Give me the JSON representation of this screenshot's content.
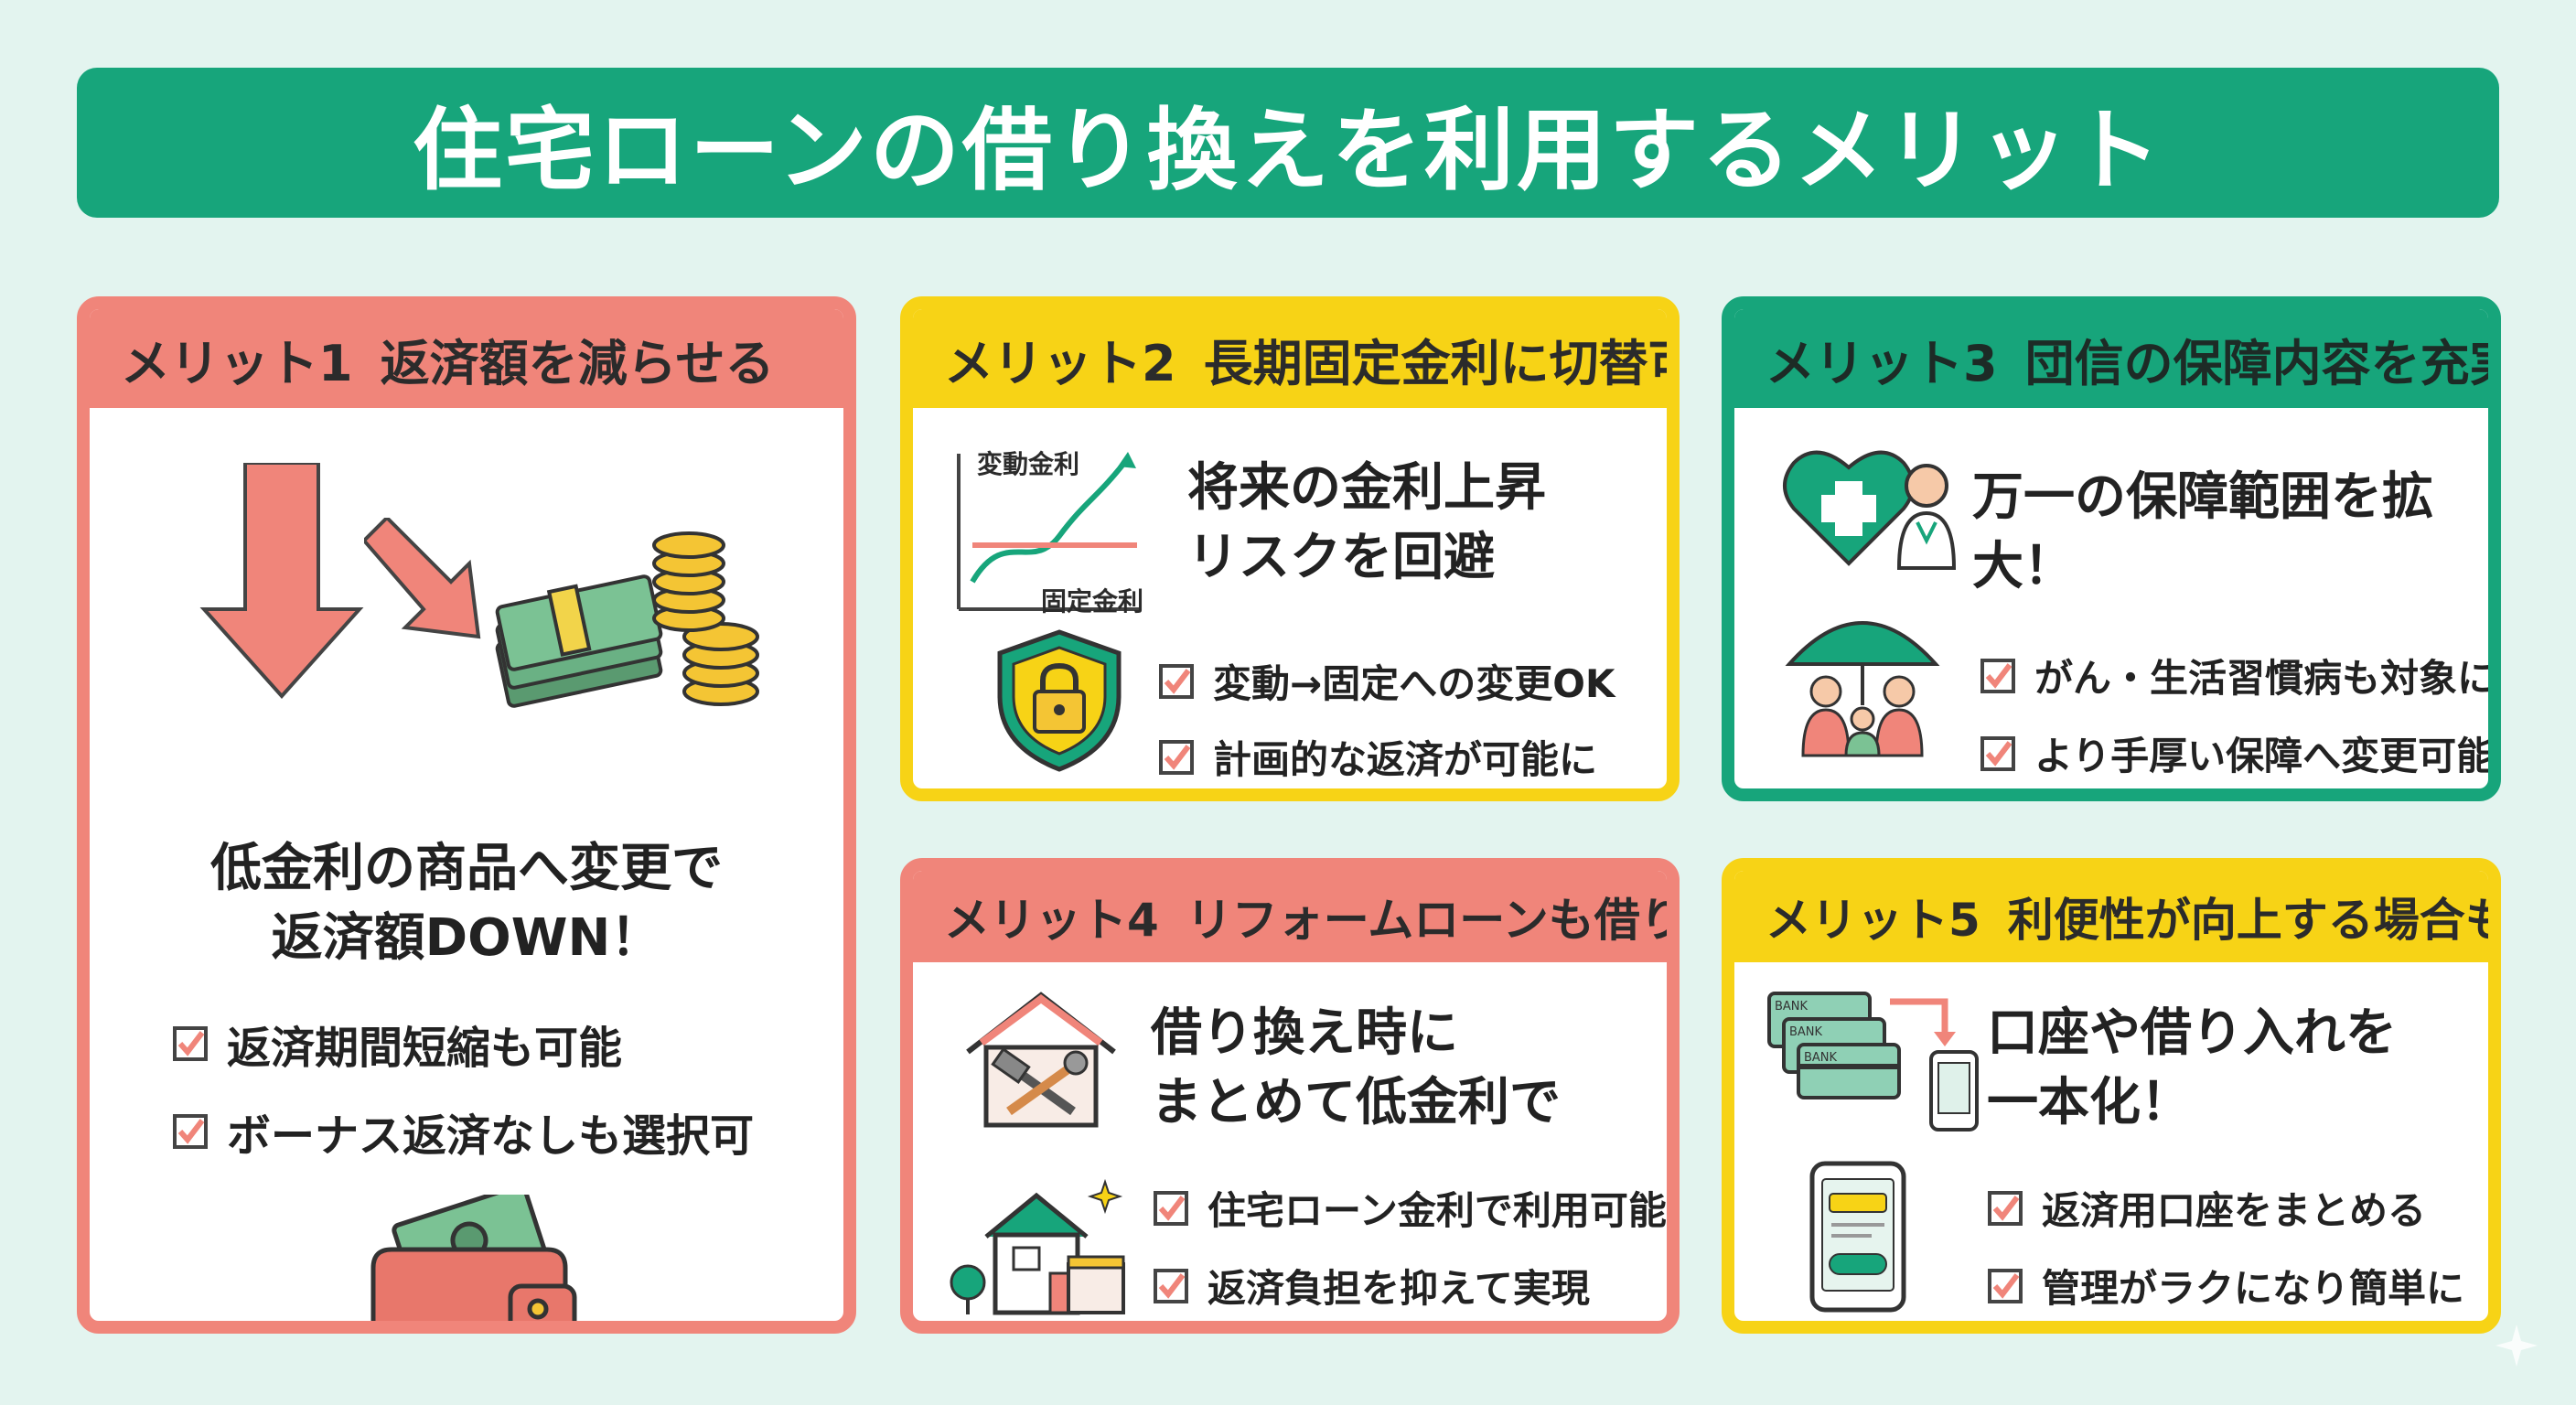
{
  "title": "住宅ローンの借り換えを利用するメリット",
  "cards": [
    {
      "num": "メリット1",
      "heading": "返済額を減らせる",
      "main_line1": "低金利の商品へ変更で",
      "main_line2": "返済額DOWN！",
      "checks": [
        "返済期間短縮も可能",
        "ボーナス返済なしも選択可"
      ]
    },
    {
      "num": "メリット2",
      "heading": "長期固定金利に切替可能",
      "chart_labels": {
        "variable": "変動金利",
        "fixed": "固定金利"
      },
      "main_line1": "将来の金利上昇",
      "main_line2": "リスクを回避",
      "checks": [
        "変動→固定への変更OK",
        "計画的な返済が可能に"
      ]
    },
    {
      "num": "メリット3",
      "heading": "団信の保障内容を充実",
      "main": "万一の保障範囲を拡大！",
      "checks": [
        "がん・生活習慣病も対象に",
        "より手厚い保障へ変更可能"
      ]
    },
    {
      "num": "メリット4",
      "heading": "リフォームローンも借りられる",
      "main_line1": "借り換え時に",
      "main_line2": "まとめて低金利で",
      "checks": [
        "住宅ローン金利で利用可能",
        "返済負担を抑えて実現"
      ]
    },
    {
      "num": "メリット5",
      "heading": "利便性が向上する場合も",
      "card_text": "BANK",
      "main_line1": "口座や借り入れを",
      "main_line2": "一本化！",
      "checks": [
        "返済用口座をまとめる",
        "管理がラクになり簡単に"
      ]
    }
  ],
  "colors": {
    "background": "#e3f4ef",
    "green": "#17a57b",
    "red": "#f0857a",
    "yellow": "#f7d316"
  }
}
